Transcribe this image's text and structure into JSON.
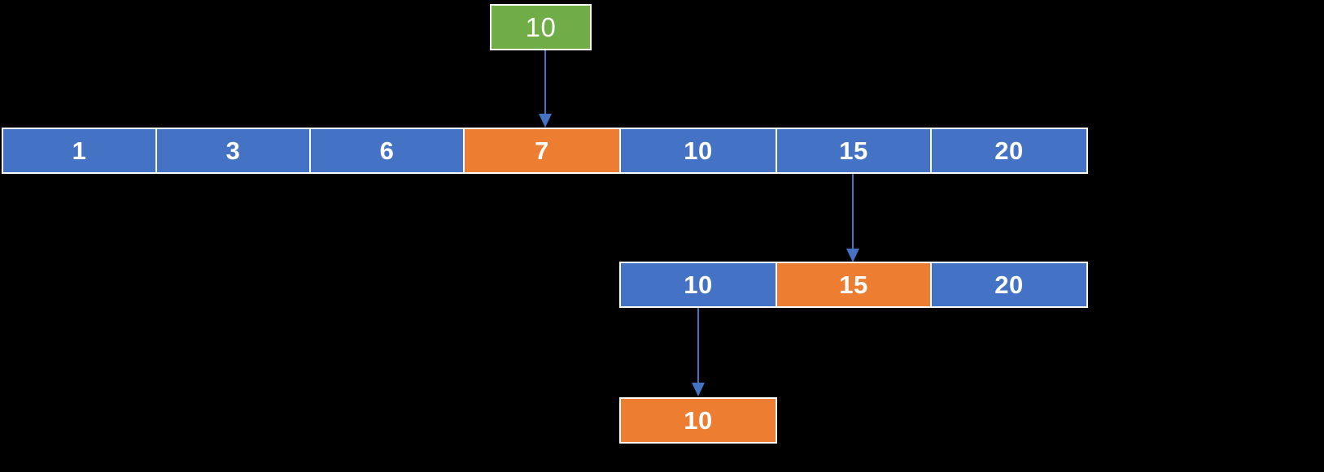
{
  "diagram": {
    "title": "binary-search-recursion-visualization",
    "colors": {
      "background": "#000000",
      "blue": "#4472C4",
      "orange": "#ED7D31",
      "green": "#70AD47",
      "border": "#FFFFFF",
      "text": "#FFFFFF",
      "arrow": "#4472C4"
    },
    "target": {
      "label": "10",
      "color": "#70AD47"
    },
    "rows": [
      {
        "name": "main-array",
        "cells": [
          {
            "label": "1",
            "state": "normal"
          },
          {
            "label": "3",
            "state": "normal"
          },
          {
            "label": "6",
            "state": "normal"
          },
          {
            "label": "7",
            "state": "highlighted"
          },
          {
            "label": "10",
            "state": "normal"
          },
          {
            "label": "15",
            "state": "normal"
          },
          {
            "label": "20",
            "state": "normal"
          }
        ]
      },
      {
        "name": "subarray-right",
        "cells": [
          {
            "label": "10",
            "state": "normal"
          },
          {
            "label": "15",
            "state": "highlighted"
          },
          {
            "label": "20",
            "state": "normal"
          }
        ]
      },
      {
        "name": "subarray-final",
        "cells": [
          {
            "label": "10",
            "state": "highlighted"
          }
        ]
      }
    ],
    "arrows": [
      {
        "name": "arrow-target-to-mid",
        "from": "target-box",
        "to": "main-array-cell-7"
      },
      {
        "name": "arrow-mid-to-right-subarray",
        "from": "main-array-cell-15",
        "to": "subarray-right-cell-15"
      },
      {
        "name": "arrow-to-final",
        "from": "subarray-right-cell-10",
        "to": "subarray-final-cell-10"
      }
    ]
  }
}
